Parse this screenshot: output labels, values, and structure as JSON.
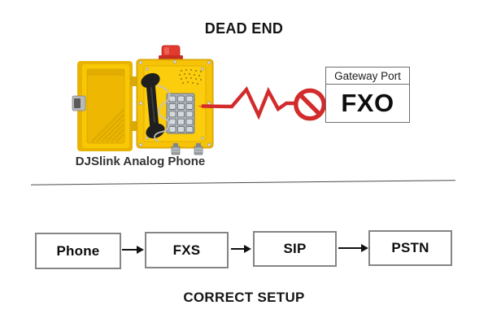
{
  "header": {
    "dead_end_title": "DEAD END"
  },
  "device": {
    "caption": "DJSlink Analog Phone"
  },
  "gateway": {
    "header_label": "Gateway Port",
    "port_label": "FXO"
  },
  "flow": {
    "nodes": [
      {
        "label": "Phone"
      },
      {
        "label": "FXS"
      },
      {
        "label": "SIP"
      },
      {
        "label": "PSTN"
      }
    ],
    "caption": "CORRECT SETUP"
  },
  "icons": {
    "no_entry": "no-entry-icon (red circle with diagonal slash)",
    "zigzag": "broken-connection-zigzag (red jagged line)",
    "flow_arrow": "right-arrow"
  },
  "colors": {
    "error_red": "#d32b2b",
    "phone_yellow": "#f5c402",
    "flow_box_border_gray": "#858585",
    "gateway_border_gray": "#6e6e6e",
    "divider_gray": "#4a4a4a",
    "arrow_black": "#111111",
    "caption_gray": "#333333"
  }
}
